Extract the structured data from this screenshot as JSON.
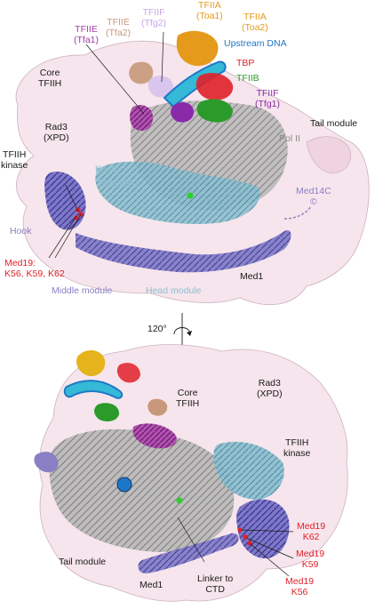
{
  "colors": {
    "black": "#1a1a1a",
    "tfiie": "#a43aa4",
    "tfa2": "#c8987a",
    "tfiif_tfg2": "#c7a6e6",
    "tfiia": "#e59a1b",
    "dna": "#1d77c7",
    "tbp": "#e0202a",
    "tfiib": "#2a9b2a",
    "tfiif": "#8a2aa8",
    "polii": "#9a9a9a",
    "mediator_head": "#8ebfd0",
    "mediator_middle": "#8a7fc4",
    "med19": "#e0202a",
    "envelope": "#f6e3ea"
  },
  "top_view": {
    "tfiia_toa1": [
      "TFIIA",
      "(Toa1)"
    ],
    "tfiia_toa2": [
      "TFIIA",
      "(Toa2)"
    ],
    "tfiif_tfg2": [
      "TFIIF",
      "(Tfg2)"
    ],
    "tfiie_tfa2": [
      "TFIIE",
      "(Tfa2)"
    ],
    "tfiie_tfa1": [
      "TFIIE",
      "(Tfa1)"
    ],
    "upstream_dna": "Upstream DNA",
    "tbp": "TBP",
    "tfiib": "TFIIB",
    "tfiif_tfg1": [
      "TFIIF",
      "(Tfg1)"
    ],
    "core_tfiih": [
      "Core",
      "TFIIH"
    ],
    "rad3": [
      "Rad3",
      "(XPD)"
    ],
    "tfiih_kinase": [
      "TFIIH",
      "kinase"
    ],
    "pol_ii": "Pol II",
    "tail_module": "Tail module",
    "med14c": [
      "Med14C",
      "©"
    ],
    "hook": "Hook",
    "med19": [
      "Med19:",
      "K56, K59, K62"
    ],
    "middle_module": "Middle module",
    "head_module": "Head module",
    "med1": "Med1",
    "knob": "Knob",
    "shoulder": "Shoulder"
  },
  "rotation_label": "120°",
  "bottom_view": {
    "core_tfiih": [
      "Core",
      "TFIIH"
    ],
    "rad3": [
      "Rad3",
      "(XPD)"
    ],
    "tfiih_kinase": [
      "TFIIH",
      "kinase"
    ],
    "tail_module": "Tail module",
    "med1": "Med1",
    "linker": [
      "Linker to",
      "CTD"
    ],
    "med19_k62": [
      "Med19",
      "K62"
    ],
    "med19_k59": [
      "Med19",
      "K59"
    ],
    "med19_k56": [
      "Med19",
      "K56"
    ]
  }
}
